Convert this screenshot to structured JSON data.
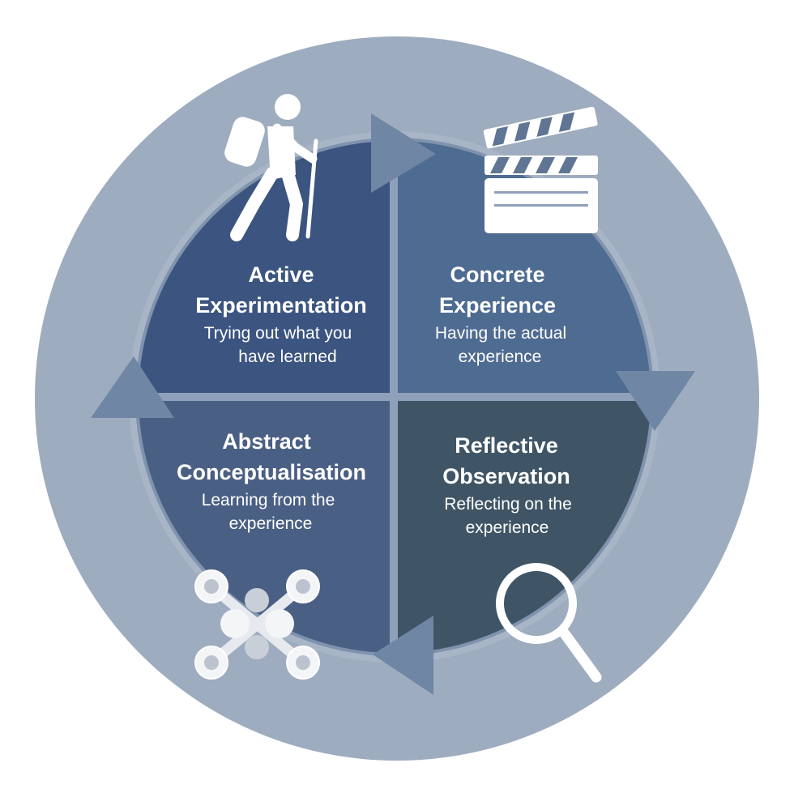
{
  "colors": {
    "outer_disc": "#9eacbf",
    "active_experimentation": "#3b5480",
    "concrete_experience": "#4e6b91",
    "abstract_conceptualisation": "#4a5f84",
    "reflective_observation": "#3f5566",
    "divider": "#8fa1ba",
    "arrow": "#6f86a4",
    "text": "#ffffff"
  },
  "quadrants": {
    "active_experimentation": {
      "title_line1": "Active",
      "title_line2": "Experimentation",
      "desc_line1": "Trying out what you",
      "desc_line2": "have learned",
      "icon": "hiker-icon"
    },
    "concrete_experience": {
      "title_line1": "Concrete",
      "title_line2": "Experience",
      "desc_line1": "Having the actual",
      "desc_line2": "experience",
      "icon": "clapperboard-icon"
    },
    "abstract_conceptualisation": {
      "title_line1": "Abstract",
      "title_line2": "Conceptualisation",
      "desc_line1": "Learning from the",
      "desc_line2": "experience",
      "icon": "molecule-icon"
    },
    "reflective_observation": {
      "title_line1": "Reflective",
      "title_line2": "Observation",
      "desc_line1": "Reflecting on the",
      "desc_line2": "experience",
      "icon": "magnifier-icon"
    }
  },
  "cycle_direction": "clockwise"
}
